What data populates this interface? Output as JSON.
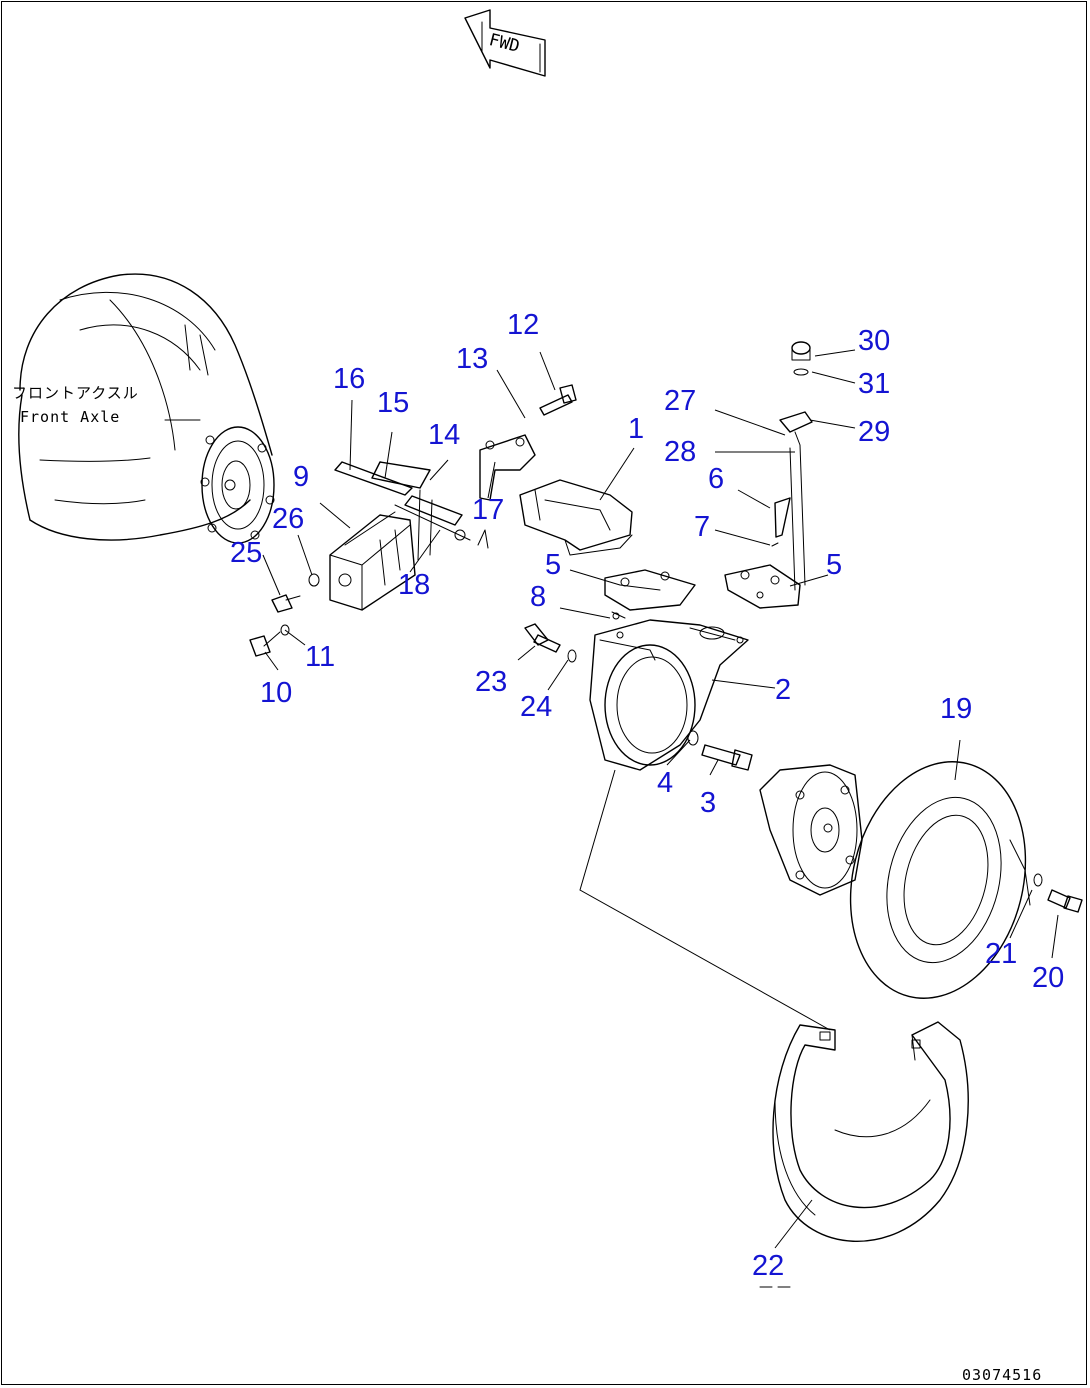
{
  "diagram": {
    "fwd_label": "FWD",
    "front_axle_jp": "フロントアクスル",
    "front_axle_en": "Front Axle",
    "drawing_code": "03074516",
    "callout_color": "#1414d2",
    "callouts": {
      "c1": "1",
      "c2": "2",
      "c3": "3",
      "c4": "4",
      "c5a": "5",
      "c5b": "5",
      "c6": "6",
      "c7": "7",
      "c8": "8",
      "c9": "9",
      "c10": "10",
      "c11": "11",
      "c12": "12",
      "c13": "13",
      "c14": "14",
      "c15": "15",
      "c16": "16",
      "c17": "17",
      "c18": "18",
      "c19": "19",
      "c20": "20",
      "c21": "21",
      "c22": "22",
      "c23": "23",
      "c24": "24",
      "c25": "25",
      "c26": "26",
      "c27": "27",
      "c28": "28",
      "c29": "29",
      "c30": "30",
      "c31": "31"
    }
  }
}
